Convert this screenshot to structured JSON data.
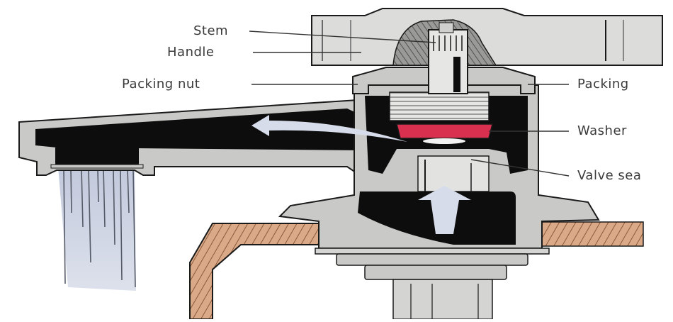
{
  "diagram": {
    "subject": "Compression faucet cross-section",
    "labels": [
      {
        "id": "stem",
        "text": "Stem"
      },
      {
        "id": "handle",
        "text": "Handle"
      },
      {
        "id": "packing-nut",
        "text": "Packing nut"
      },
      {
        "id": "packing",
        "text": "Packing"
      },
      {
        "id": "washer",
        "text": "Washer"
      },
      {
        "id": "valve-seat",
        "text": "Valve sea"
      }
    ],
    "colors": {
      "metal": "#c9c9c7",
      "metal_light": "#e0e0de",
      "outline": "#1a1a1a",
      "water_channel": "#0d0d0d",
      "flow_arrow": "#d7dcea",
      "washer": "#d8304e",
      "wood": "#d9a988",
      "wood_stripe": "#8a5a3e",
      "water_stream": "#c9cfe0",
      "label_text": "#3a3a3a",
      "leader_line": "#333333"
    }
  }
}
